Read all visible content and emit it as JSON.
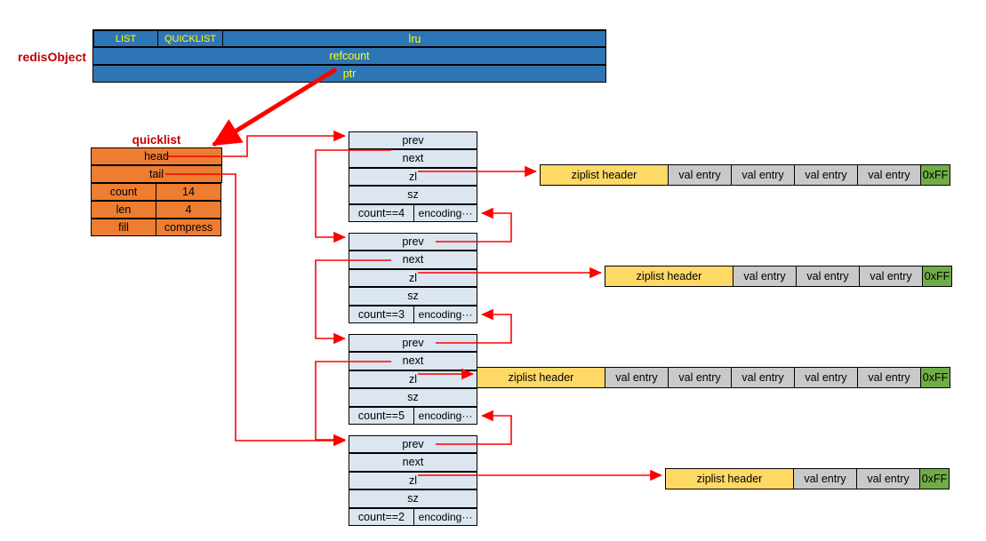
{
  "diagram": {
    "title": "Redis quicklist object layout",
    "colors": {
      "redis_object_fill": "#2e75b6",
      "redis_object_text": "#ffff00",
      "quicklist_fill": "#ed7d31",
      "node_fill": "#dce6f1",
      "ziplist_header_fill": "#ffd966",
      "ziplist_entry_fill": "#c9c9c9",
      "ziplist_end_fill": "#70ad47",
      "arrow": "#ff0000",
      "label_text": "#c00000"
    }
  },
  "redis_object": {
    "label": "redisObject",
    "type_field": "LIST",
    "encoding_field": "QUICKLIST",
    "lru_field": "lru",
    "refcount_field": "refcount",
    "ptr_field": "ptr"
  },
  "quicklist": {
    "label": "quicklist",
    "head_field": "head",
    "tail_field": "tail",
    "rows": [
      {
        "key": "count",
        "value": "14"
      },
      {
        "key": "len",
        "value": "4"
      },
      {
        "key": "fill",
        "value": "compress"
      }
    ]
  },
  "node_fields": {
    "prev": "prev",
    "next": "next",
    "zl": "zl",
    "sz": "sz",
    "encoding": "encoding···"
  },
  "nodes": [
    {
      "count_label": "count==4",
      "count": 4
    },
    {
      "count_label": "count==3",
      "count": 3
    },
    {
      "count_label": "count==5",
      "count": 5
    },
    {
      "count_label": "count==2",
      "count": 2
    }
  ],
  "ziplists": [
    {
      "header": "ziplist header",
      "entries": [
        "val entry",
        "val entry",
        "val entry",
        "val entry"
      ],
      "end": "0xFF"
    },
    {
      "header": "ziplist header",
      "entries": [
        "val entry",
        "val entry",
        "val entry"
      ],
      "end": "0xFF"
    },
    {
      "header": "ziplist header",
      "entries": [
        "val entry",
        "val entry",
        "val entry",
        "val entry",
        "val entry"
      ],
      "end": "0xFF"
    },
    {
      "header": "ziplist header",
      "entries": [
        "val entry",
        "val entry"
      ],
      "end": "0xFF"
    }
  ]
}
